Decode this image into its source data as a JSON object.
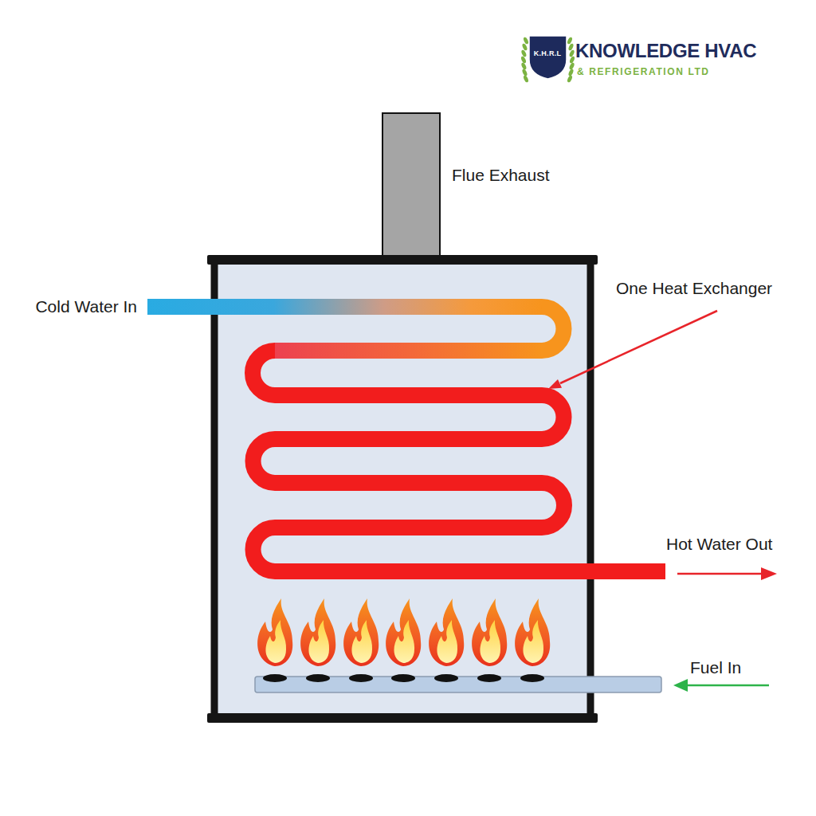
{
  "diagram": {
    "nodes": [
      {
        "text": [
          "K.H.R.L"
        ]
      }
    ],
    "labels": [
      "KNOWLEDGE HVAC",
      "& REFRIGERATION LTD",
      "Flue Exhaust",
      "Cold Water In",
      "One Heat Exchanger",
      "Hot Water Out",
      "Fuel In"
    ]
  }
}
